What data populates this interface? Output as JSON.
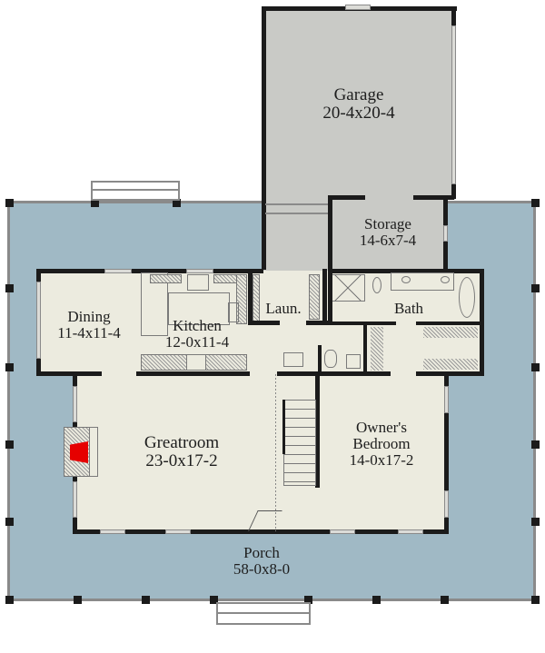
{
  "plan": {
    "colors": {
      "porch": "#a0b9c5",
      "interior": "#ecebdf",
      "garage": "#c9cac6",
      "walls": "#1b1b1b",
      "fireplace": "#e60000"
    },
    "rooms": {
      "garage": {
        "name": "Garage",
        "size": "20-4x20-4"
      },
      "storage": {
        "name": "Storage",
        "size": "14-6x7-4"
      },
      "dining": {
        "name": "Dining",
        "size": "11-4x11-4"
      },
      "kitchen": {
        "name": "Kitchen",
        "size": "12-0x11-4"
      },
      "laundry": {
        "name": "Laun."
      },
      "bath": {
        "name": "Bath"
      },
      "greatroom": {
        "name": "Greatroom",
        "size": "23-0x17-2"
      },
      "owners_bedroom": {
        "name_line1": "Owner's",
        "name_line2": "Bedroom",
        "size": "14-0x17-2"
      },
      "porch": {
        "name": "Porch",
        "size": "58-0x8-0"
      }
    }
  }
}
